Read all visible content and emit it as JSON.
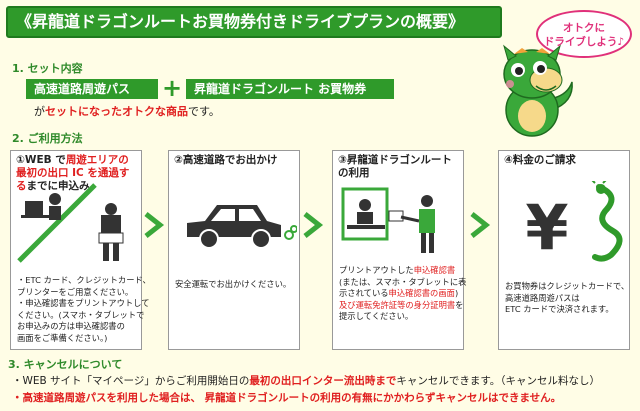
{
  "title": "《昇龍道ドラゴンルートお買物券付きドライブプランの概要》",
  "speech": [
    "オトクに",
    "ドライブしよう♪"
  ],
  "section1": {
    "heading": "1.  セット内容",
    "pill1": "高速道路周遊パス",
    "plus": "+",
    "pill2": "昇龍道ドラゴンルート お買物券",
    "combo_pre": "が",
    "combo_red": "セットになったオトクな商品",
    "combo_post": "です。"
  },
  "section2": {
    "heading": "2.  ご利用方法",
    "cards": [
      {
        "title_a": "①WEB で",
        "title_red": "周遊エリアの最初の出口 IC を通過する",
        "title_b": "までに申込み",
        "body": [
          "・ETC カード、クレジットカード、",
          "  プリンターをご用意ください。",
          "・申込確認書をプリントアウトして",
          "  ください。(スマホ・タブレットで",
          "  お申込みの方は申込確認書の",
          "  画面をご準備ください。)"
        ]
      },
      {
        "title": "②高速道路でお出かけ",
        "body": [
          "安全運転でお出かけください。"
        ]
      },
      {
        "title": "③昇龍道ドラゴンルートの利用",
        "body_a": "プリントアウトした",
        "body_red1": "申込確認書",
        "body_b": "(または、スマホ・タブレットに表",
        "body_c": "示されている",
        "body_red2": "申込確認書の画面",
        "body_d": ")",
        "body_red3": "及び運転免許証等の身分証明書",
        "body_e": "を",
        "body_f": "提示してください。"
      },
      {
        "title": "④料金のご請求",
        "yen": "¥",
        "body": [
          "お買物券はクレジットカードで、",
          "高速道路周遊パスは",
          "ETC カードで決済されます。"
        ]
      }
    ]
  },
  "section3": {
    "heading": "3.  キャンセルについて",
    "line1_a": "・WEB サイト「マイページ」からご利用開始日の",
    "line1_red": "最初の出口インター流出時まで",
    "line1_b": "キャンセルできます。（キャンセル料なし）",
    "line2": "・高速道路周遊パスを利用した場合は、 昇龍道ドラゴンルートの利用の有無にかかわらずキャンセルはできません。"
  },
  "colors": {
    "green": "#2f9a2a",
    "red": "#e02020",
    "pink": "#e0307a",
    "bg": "#fffde6"
  }
}
